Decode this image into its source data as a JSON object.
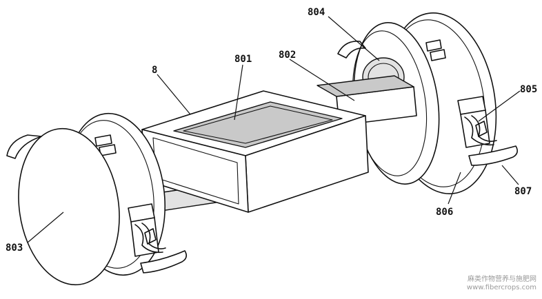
{
  "callouts": {
    "c8": "8",
    "c801": "801",
    "c802": "802",
    "c803": "803",
    "c804": "804",
    "c805": "805",
    "c806": "806",
    "c807": "807"
  },
  "watermark": {
    "line1": "麻类作物营养与施肥网",
    "line2": "www.fibercrops.com"
  }
}
